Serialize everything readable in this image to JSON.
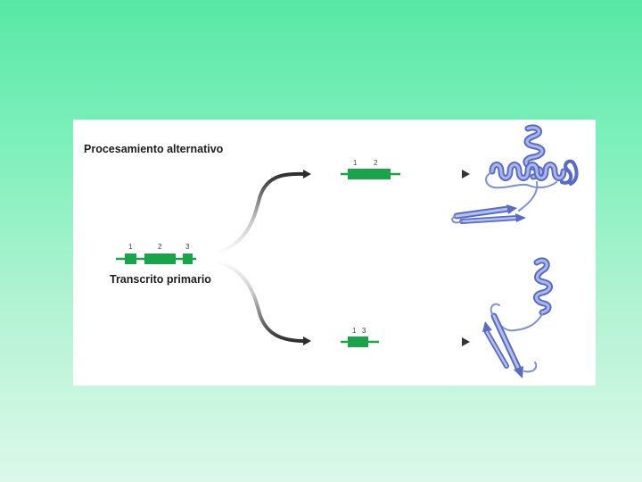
{
  "diagram": {
    "title": "Procesamiento alternativo",
    "primary_label": "Transcrito primario",
    "primary_exons": [
      "1",
      "2",
      "3"
    ],
    "product_top_exons": [
      "1",
      "2"
    ],
    "product_bottom_exons": [
      "1",
      "3"
    ]
  },
  "colors": {
    "background_top": "#58e8a6",
    "background_bottom": "#dcf8ea",
    "exon_green": "#1aa34a",
    "arrow_dark": "#333333",
    "protein_blue": "#7f8fd6"
  },
  "icons": {
    "top_product": "protein-helix-sheet-icon",
    "bottom_product": "protein-helix-sheet-icon"
  }
}
